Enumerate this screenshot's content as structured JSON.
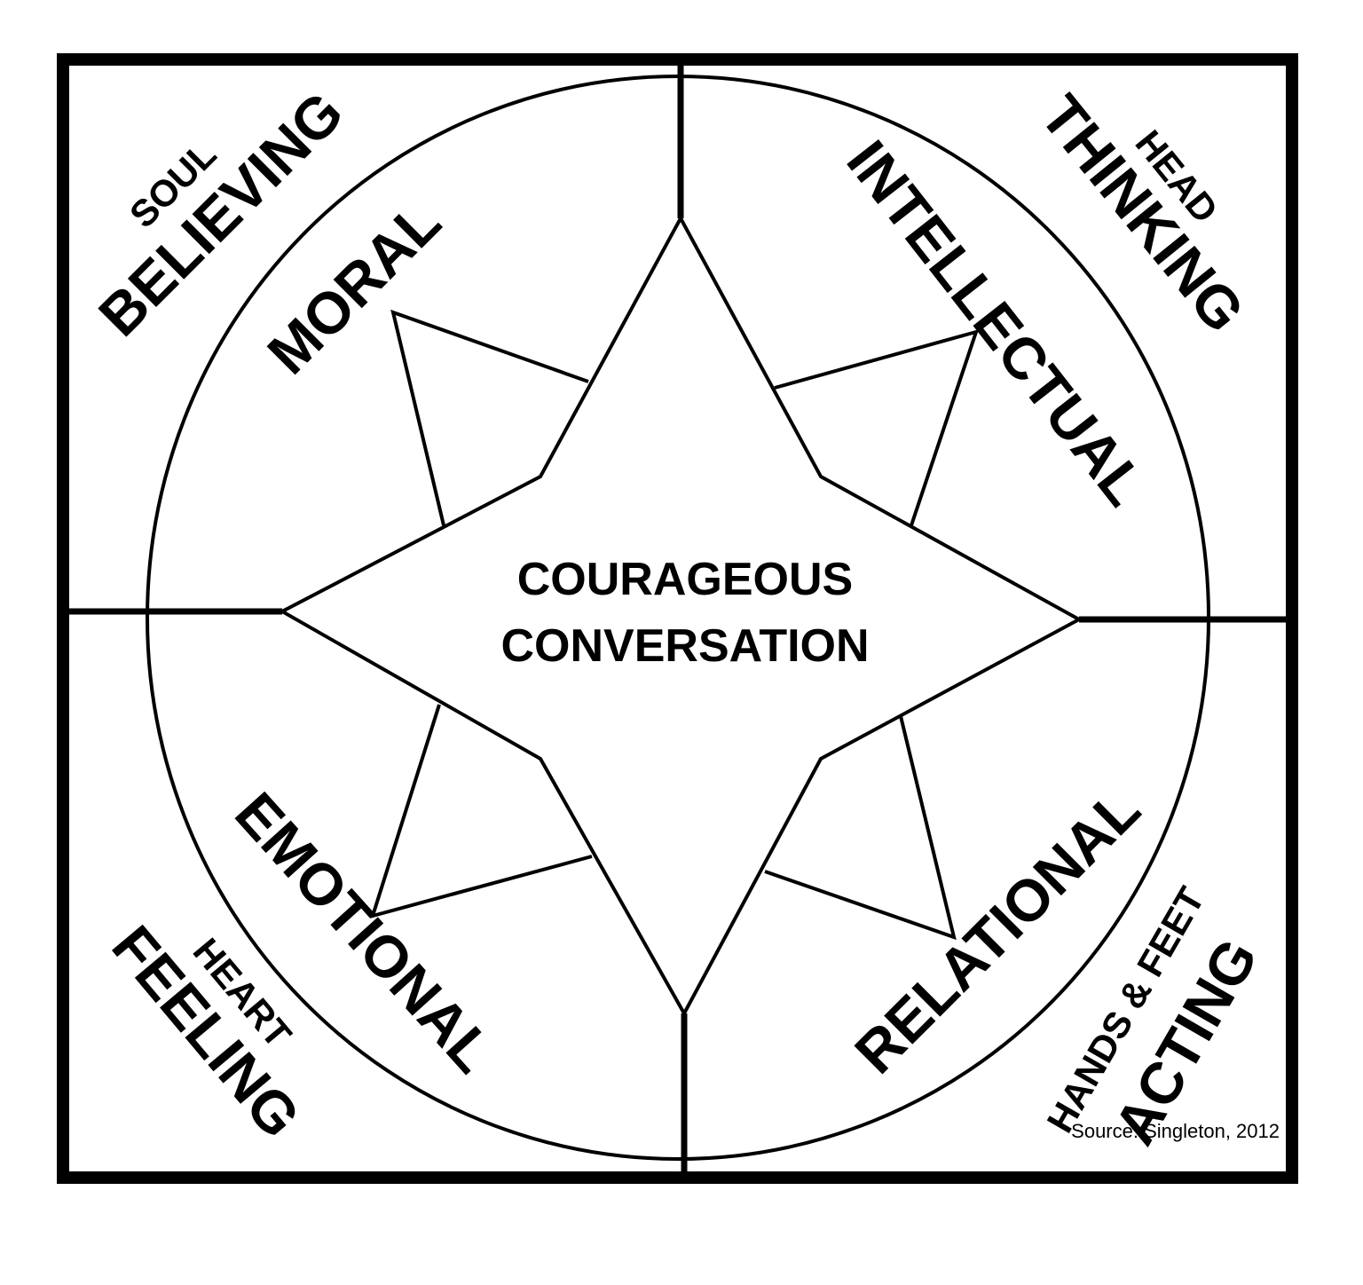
{
  "center": {
    "line1": "COURAGEOUS",
    "line2": "CONVERSATION"
  },
  "quadrants": {
    "top_left": {
      "compass": "MORAL",
      "action": "BELIEVING",
      "body_part": "SOUL"
    },
    "top_right": {
      "compass": "INTELLECTUAL",
      "action": "THINKING",
      "body_part": "HEAD"
    },
    "bottom_left": {
      "compass": "EMOTIONAL",
      "action": "FEELING",
      "body_part": "HEART"
    },
    "bottom_right": {
      "compass": "RELATIONAL",
      "action": "ACTING",
      "body_part": "HANDS & FEET"
    }
  },
  "source": "Source: Singleton, 2012",
  "colors": {
    "ink": "#000000",
    "background": "#ffffff"
  }
}
